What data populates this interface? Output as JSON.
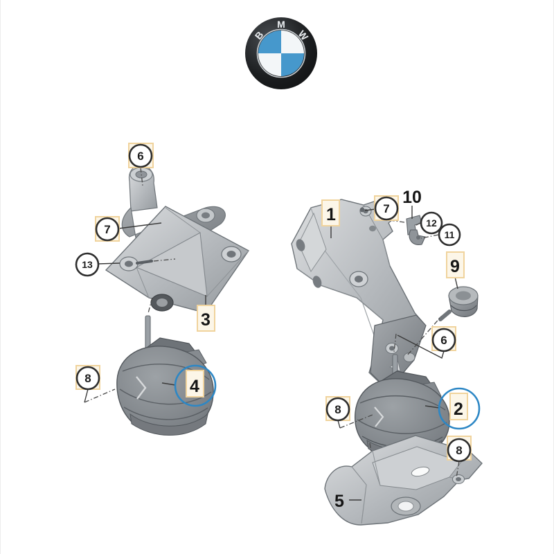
{
  "page": {
    "background": "#ffffff",
    "description_visible_content": "BMW exploded parts diagram with numbered callouts"
  },
  "logo": {
    "brand_letters": [
      "B",
      "M",
      "W"
    ],
    "colors": {
      "ring": "#17181a",
      "quadrant_blue": "#4698cc",
      "quadrant_white": "#f3f6f8",
      "letter": "#e9edf0"
    }
  },
  "diagram": {
    "highlight_box_color": "#f0d39c",
    "emphasis_ring_color": "#2d87c5",
    "callouts": [
      {
        "label": "6",
        "style": "circled",
        "boxed": true,
        "emphasized": false
      },
      {
        "label": "7",
        "style": "circled",
        "boxed": true,
        "emphasized": false
      },
      {
        "label": "13",
        "style": "circled",
        "boxed": false,
        "emphasized": false
      },
      {
        "label": "3",
        "style": "plain",
        "boxed": true,
        "emphasized": false
      },
      {
        "label": "8",
        "style": "circled",
        "boxed": true,
        "emphasized": false
      },
      {
        "label": "4",
        "style": "plain",
        "boxed": true,
        "emphasized": true
      },
      {
        "label": "1",
        "style": "plain",
        "boxed": true,
        "emphasized": false
      },
      {
        "label": "7",
        "style": "circled",
        "boxed": true,
        "emphasized": false
      },
      {
        "label": "10",
        "style": "plain",
        "boxed": false,
        "emphasized": false
      },
      {
        "label": "12",
        "style": "circled",
        "boxed": false,
        "emphasized": false
      },
      {
        "label": "11",
        "style": "circled",
        "boxed": false,
        "emphasized": false
      },
      {
        "label": "9",
        "style": "plain",
        "boxed": true,
        "emphasized": false
      },
      {
        "label": "6",
        "style": "circled",
        "boxed": true,
        "emphasized": false
      },
      {
        "label": "2",
        "style": "plain",
        "boxed": true,
        "emphasized": true
      },
      {
        "label": "8",
        "style": "circled",
        "boxed": true,
        "emphasized": false
      },
      {
        "label": "8",
        "style": "circled",
        "boxed": true,
        "emphasized": false
      },
      {
        "label": "5",
        "style": "plain",
        "boxed": false,
        "emphasized": false
      }
    ]
  }
}
